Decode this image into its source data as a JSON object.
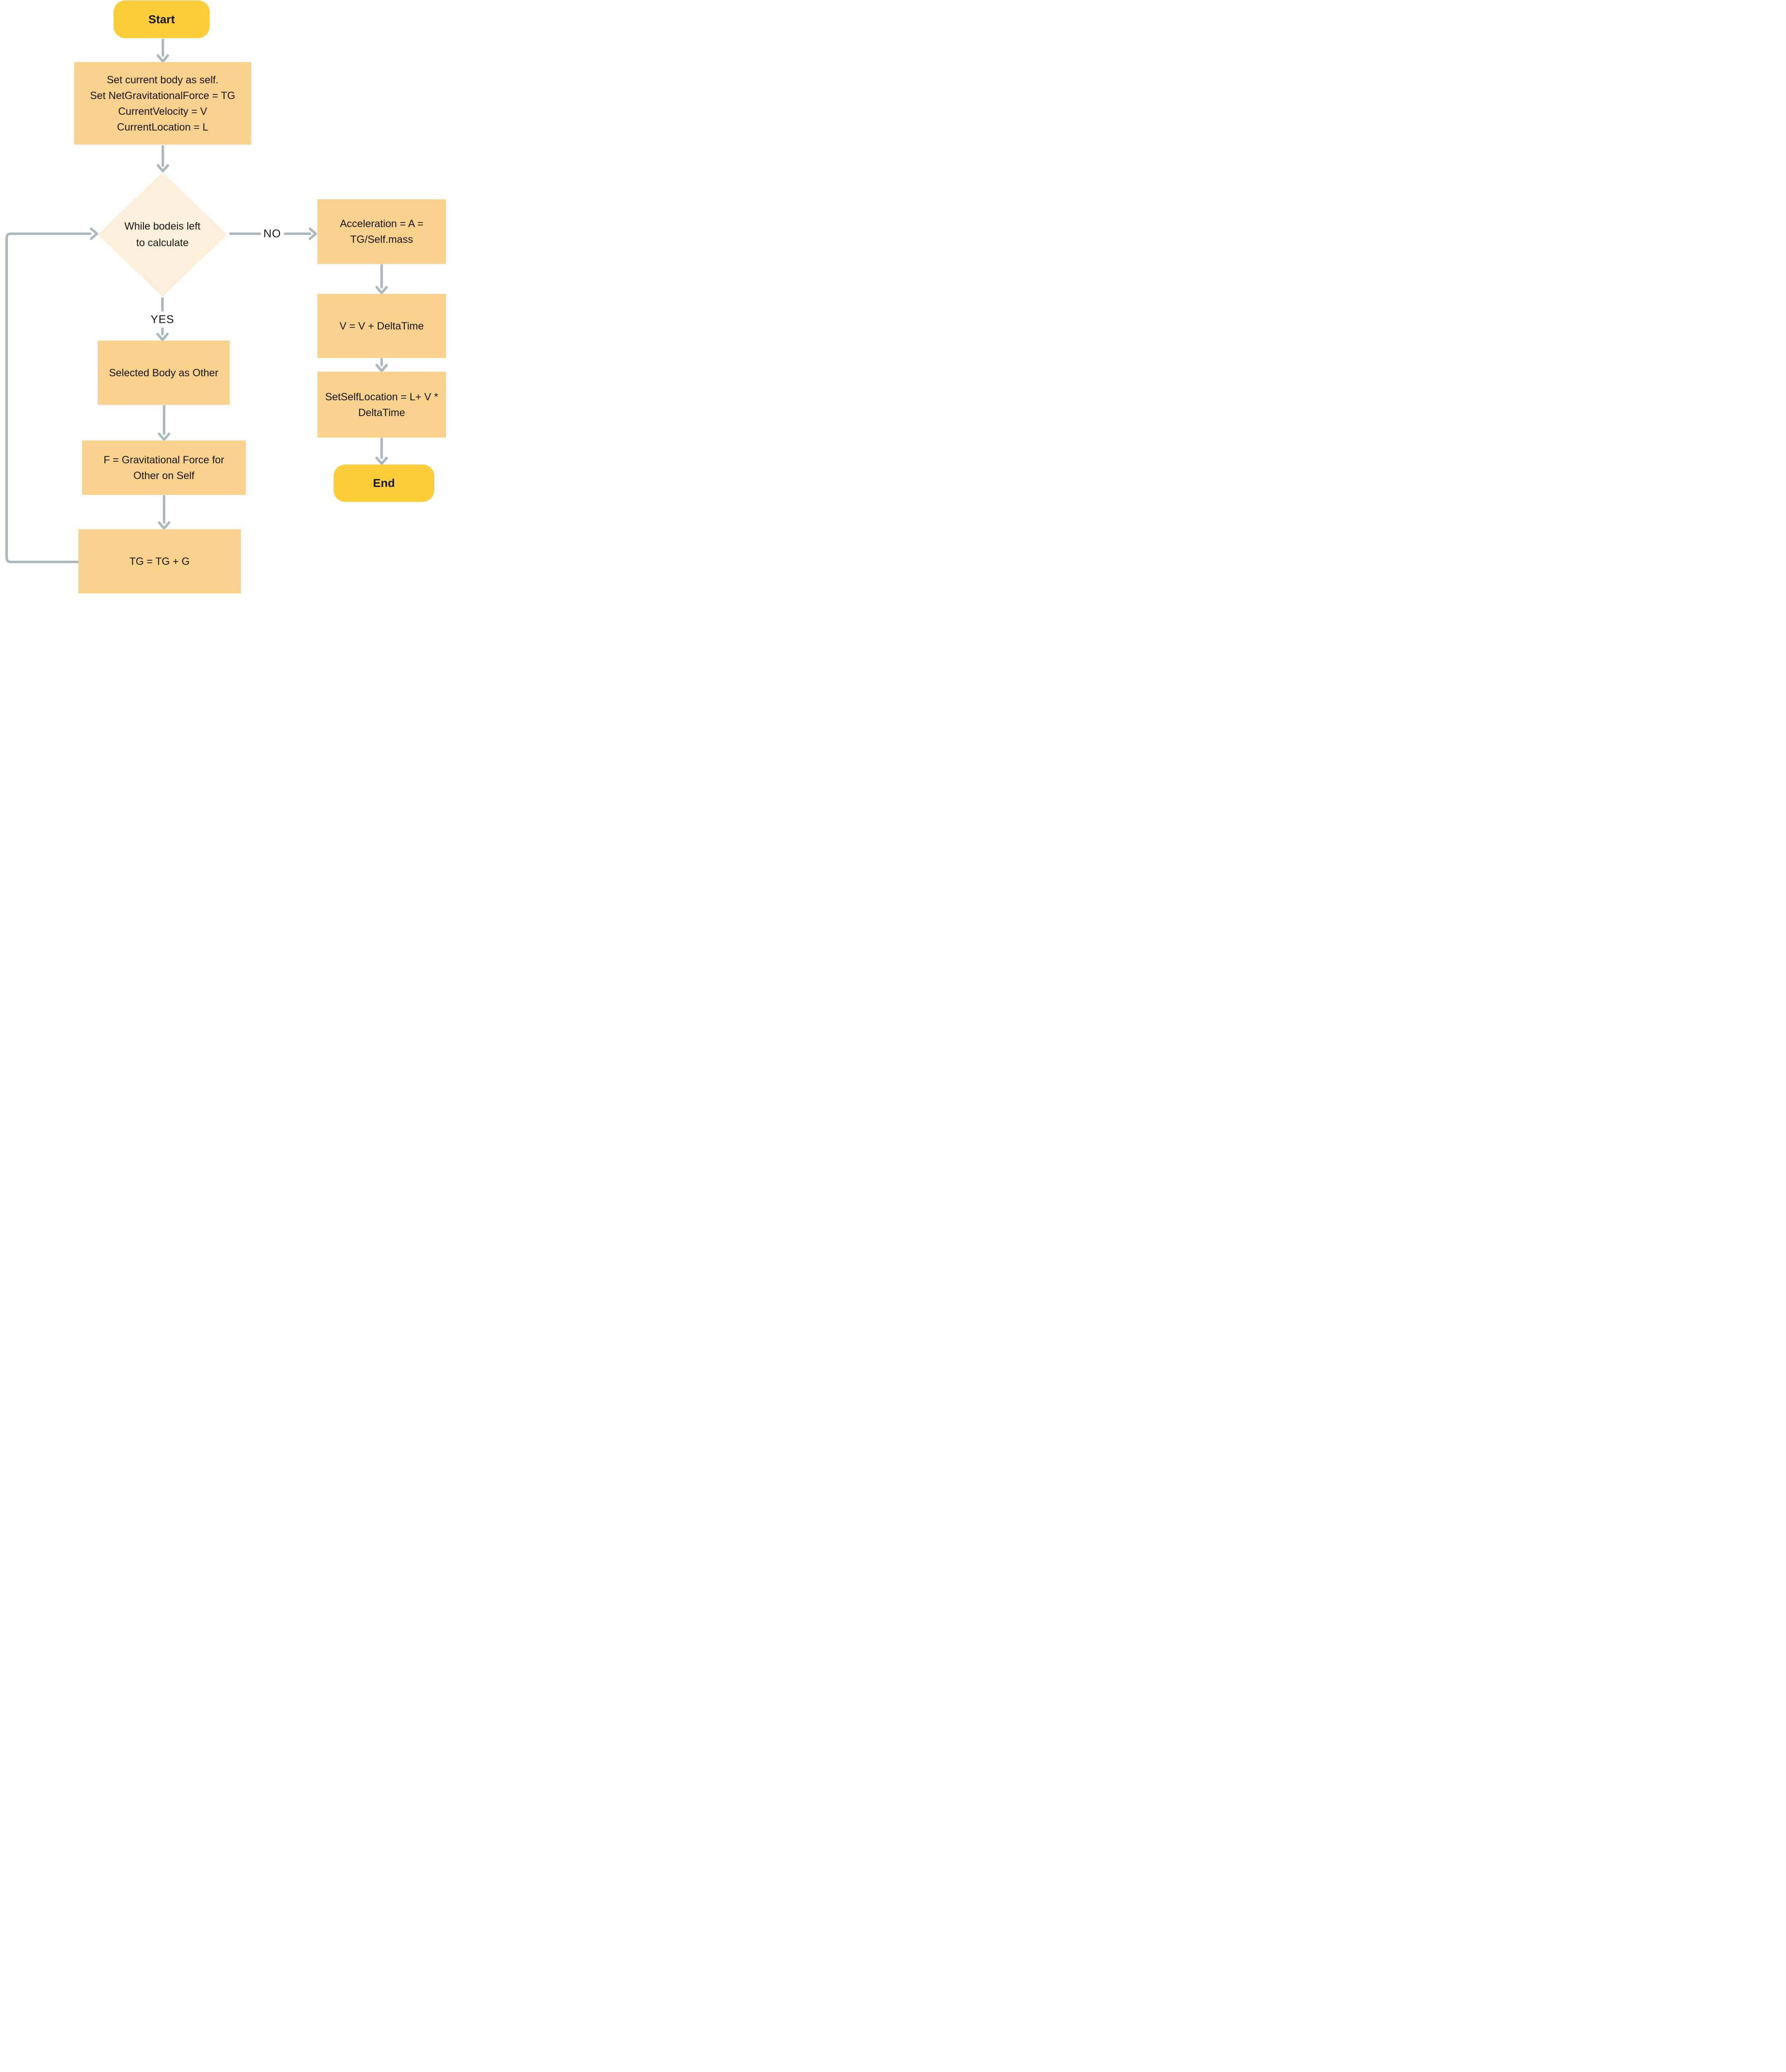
{
  "flowchart": {
    "nodes": {
      "start": "Start",
      "init": "Set current body as self.\nSet NetGravitationalForce = TG\nCurrentVelocity = V\nCurrentLocation = L",
      "decision": "While bodeis left\nto calculate",
      "selected": "Selected Body as Other",
      "force": "F = Gravitational Force for\nOther on Self",
      "tg": "TG = TG + G",
      "accel": "Acceleration = A =\nTG/Self.mass",
      "velocity": "V = V + DeltaTime",
      "location": "SetSelfLocation = L+ V *\nDeltaTime",
      "end": "End"
    },
    "edge_labels": {
      "yes": "YES",
      "no": "NO"
    },
    "colors": {
      "terminator_fill": "#FCCD39",
      "process_fill": "#F8D28C",
      "decision_fill": "#FCEFDA",
      "arrow": "#ABB8C0",
      "text": "#151515",
      "background": "#FFFFFF"
    }
  }
}
